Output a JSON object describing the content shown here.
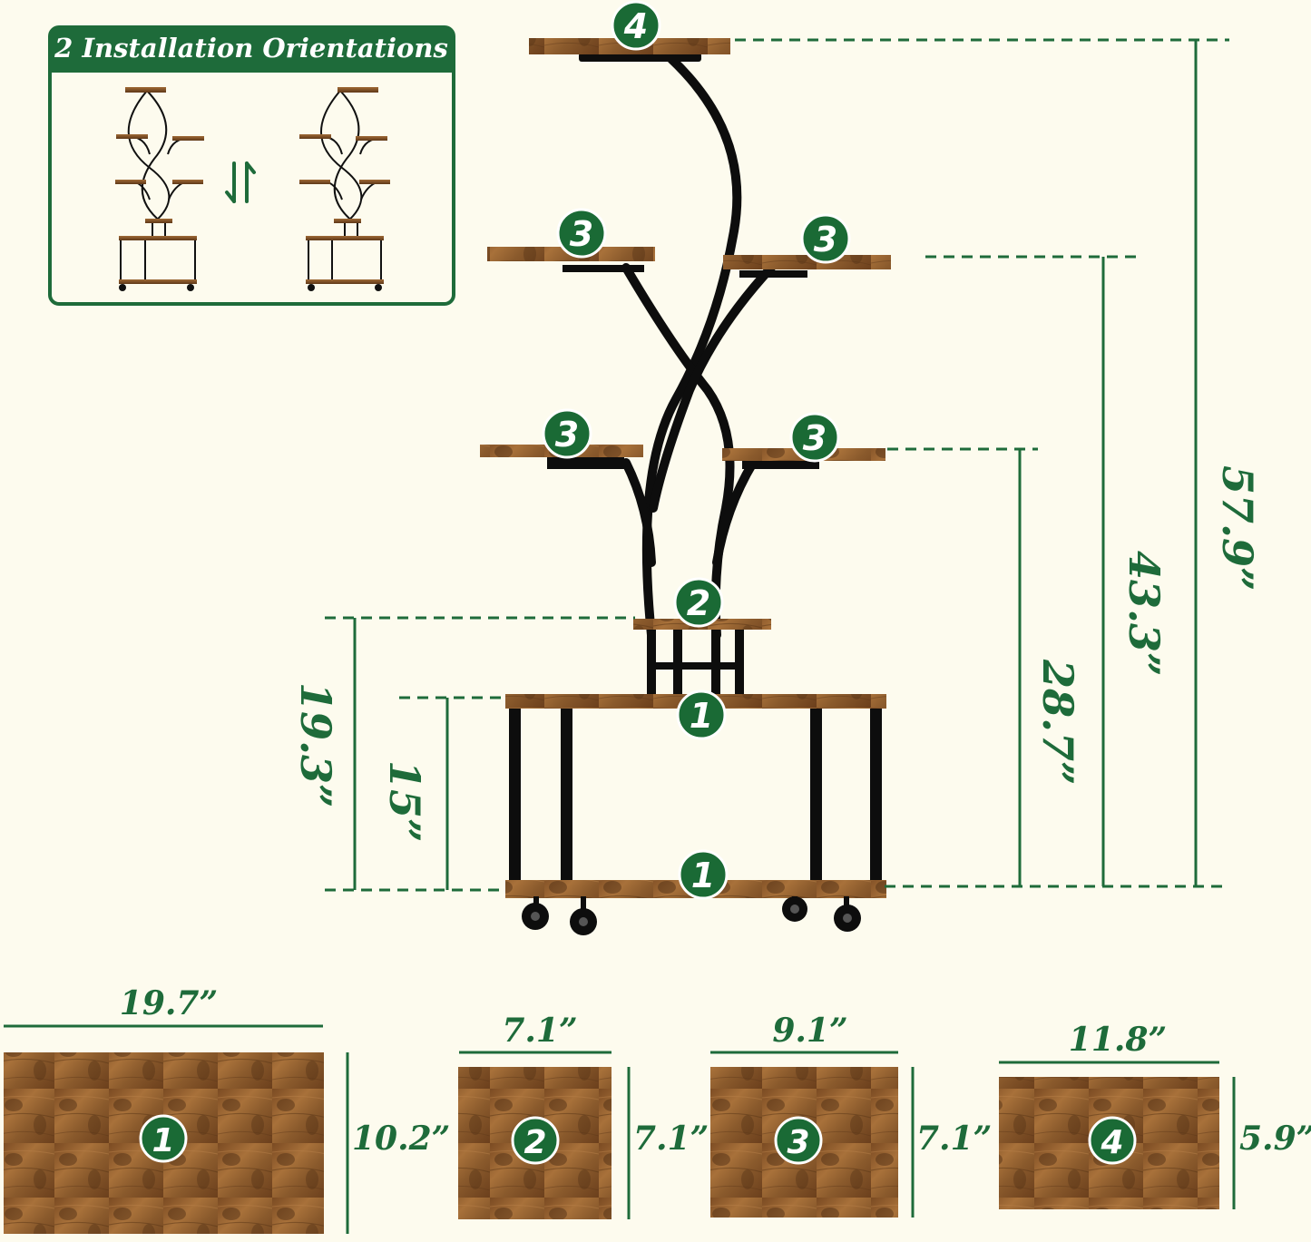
{
  "inset": {
    "title": "2 Installation Orientations",
    "swap_icon": "swap-arrows-icon"
  },
  "shelf_labels": {
    "top": "4",
    "upper_left": "3",
    "upper_right": "3",
    "middle_left": "3",
    "middle_right": "3",
    "small": "2",
    "cart_top": "1",
    "cart_bottom": "1"
  },
  "heights": {
    "total": "57.9”",
    "upper_tier": "43.3”",
    "middle_tier": "28.7”",
    "small_shelf": "19.3”",
    "cart_top": "15”"
  },
  "panels": [
    {
      "label": "1",
      "width": "19.7”",
      "depth": "10.2”"
    },
    {
      "label": "2",
      "width": "7.1”",
      "depth": "7.1”"
    },
    {
      "label": "3",
      "width": "9.1”",
      "depth": "7.1”"
    },
    {
      "label": "4",
      "width": "11.8”",
      "depth": "5.9”"
    }
  ],
  "colors": {
    "background": "#fdfbee",
    "accent_green": "#1e6b3a",
    "badge_green": "#1a6a35",
    "wood": "#8b5a2b",
    "metal": "#111111"
  }
}
